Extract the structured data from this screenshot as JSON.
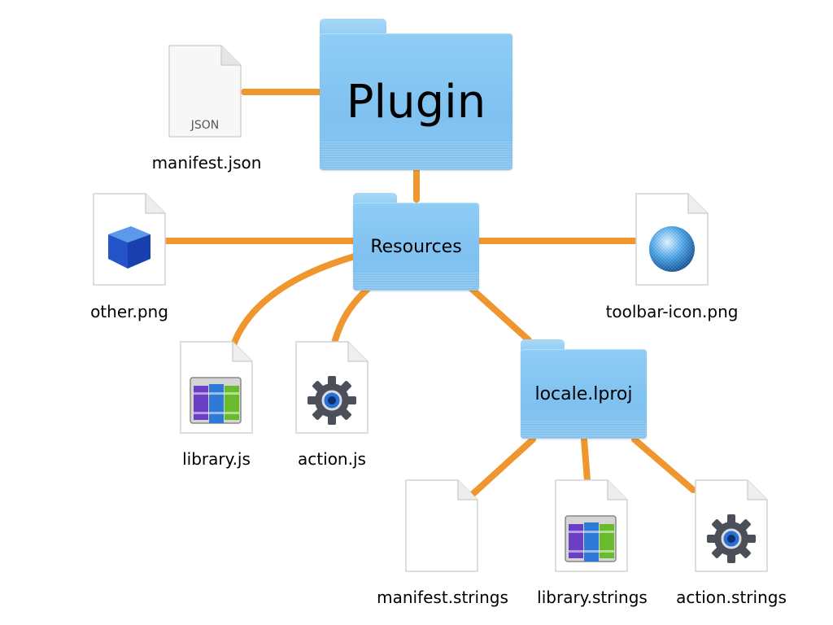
{
  "colors": {
    "connector": "#f0962f",
    "folder": "#86c6f2"
  },
  "root": {
    "label": "Plugin",
    "icon": "folder-icon"
  },
  "resources": {
    "label": "Resources",
    "icon": "folder-icon"
  },
  "locale": {
    "label": "locale.lproj",
    "icon": "folder-icon"
  },
  "files": {
    "manifest_json": {
      "name": "manifest.json",
      "badge": "JSON",
      "icon": "json-file-icon"
    },
    "other_png": {
      "name": "other.png",
      "icon": "blue-cube-icon"
    },
    "toolbar_icon_png": {
      "name": "toolbar-icon.png",
      "icon": "blue-sphere-icon"
    },
    "library_js": {
      "name": "library.js",
      "icon": "library-books-icon"
    },
    "action_js": {
      "name": "action.js",
      "icon": "gear-icon"
    },
    "manifest_strings": {
      "name": "manifest.strings",
      "icon": "blank-file-icon"
    },
    "library_strings": {
      "name": "library.strings",
      "icon": "library-books-icon"
    },
    "action_strings": {
      "name": "action.strings",
      "icon": "gear-icon"
    }
  }
}
